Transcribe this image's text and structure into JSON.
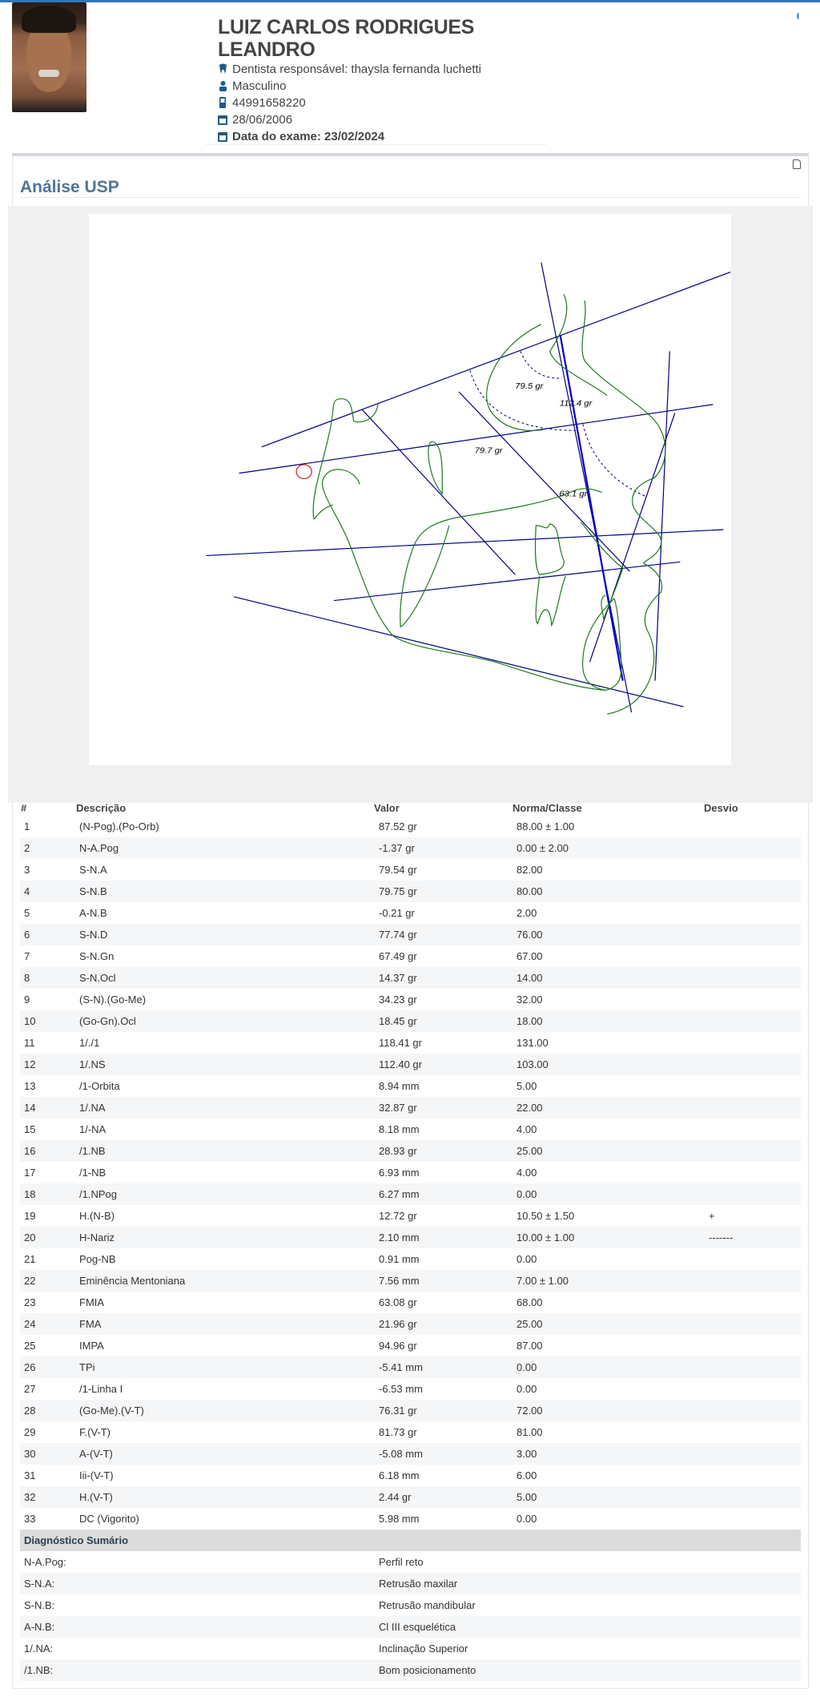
{
  "patient": {
    "name_line1": "LUIZ CARLOS RODRIGUES",
    "name_line2": "LEANDRO",
    "dentist": "Dentista responsável: thaysla fernanda luchetti",
    "sex": "Masculino",
    "phone": "44991658220",
    "birth_date": "28/06/2006",
    "exam_date": "Data do exame: 23/02/2024"
  },
  "section": {
    "title": "Análise USP"
  },
  "tracing": {
    "angle_labels": [
      "79.5 gr",
      "112.4 gr",
      "79.7 gr",
      "63.1 gr"
    ],
    "colors": {
      "lines": "#00007f",
      "anatomy": "#1e7a1e",
      "marker": "#cc2222"
    }
  },
  "table": {
    "headers": [
      "#",
      "Descrição",
      "Valor",
      "Norma/Classe",
      "Desvio"
    ],
    "rows": [
      [
        "1",
        "(N-Pog).(Po-Orb)",
        "87.52 gr",
        "88.00 ± 1.00",
        ""
      ],
      [
        "2",
        "N-A.Pog",
        "-1.37 gr",
        "0.00 ± 2.00",
        ""
      ],
      [
        "3",
        "S-N.A",
        "79.54 gr",
        "82.00",
        ""
      ],
      [
        "4",
        "S-N.B",
        "79.75 gr",
        "80.00",
        ""
      ],
      [
        "5",
        "A-N.B",
        "-0.21 gr",
        "2.00",
        ""
      ],
      [
        "6",
        "S-N.D",
        "77.74 gr",
        "76.00",
        ""
      ],
      [
        "7",
        "S-N.Gn",
        "67.49 gr",
        "67.00",
        ""
      ],
      [
        "8",
        "S-N.Ocl",
        "14.37 gr",
        "14.00",
        ""
      ],
      [
        "9",
        "(S-N).(Go-Me)",
        "34.23 gr",
        "32.00",
        ""
      ],
      [
        "10",
        "(Go-Gn).Ocl",
        "18.45 gr",
        "18.00",
        ""
      ],
      [
        "11",
        "1/./1",
        "118.41 gr",
        "131.00",
        ""
      ],
      [
        "12",
        "1/.NS",
        "112.40 gr",
        "103.00",
        ""
      ],
      [
        "13",
        "/1-Orbita",
        "8.94 mm",
        "5.00",
        ""
      ],
      [
        "14",
        "1/.NA",
        "32.87 gr",
        "22.00",
        ""
      ],
      [
        "15",
        "1/-NA",
        "8.18 mm",
        "4.00",
        ""
      ],
      [
        "16",
        "/1.NB",
        "28.93 gr",
        "25.00",
        ""
      ],
      [
        "17",
        "/1-NB",
        "6.93 mm",
        "4.00",
        ""
      ],
      [
        "18",
        "/1.NPog",
        "6.27 mm",
        "0.00",
        ""
      ],
      [
        "19",
        "H.(N-B)",
        "12.72 gr",
        "10.50 ± 1.50",
        "+"
      ],
      [
        "20",
        "H-Nariz",
        "2.10 mm",
        "10.00 ± 1.00",
        "-------"
      ],
      [
        "21",
        "Pog-NB",
        "0.91 mm",
        "0.00",
        ""
      ],
      [
        "22",
        "Eminência Mentoniana",
        "7.56 mm",
        "7.00 ± 1.00",
        ""
      ],
      [
        "23",
        "FMIA",
        "63.08 gr",
        "68.00",
        ""
      ],
      [
        "24",
        "FMA",
        "21.96 gr",
        "25.00",
        ""
      ],
      [
        "25",
        "IMPA",
        "94.96 gr",
        "87.00",
        ""
      ],
      [
        "26",
        "TPi",
        "-5.41 mm",
        "0.00",
        ""
      ],
      [
        "27",
        "/1-Linha I",
        "-6.53 mm",
        "0.00",
        ""
      ],
      [
        "28",
        "(Go-Me).(V-T)",
        "76.31 gr",
        "72.00",
        ""
      ],
      [
        "29",
        "F.(V-T)",
        "81.73 gr",
        "81.00",
        ""
      ],
      [
        "30",
        "A-(V-T)",
        "-5.08 mm",
        "3.00",
        ""
      ],
      [
        "31",
        "Iii-(V-T)",
        "6.18 mm",
        "6.00",
        ""
      ],
      [
        "32",
        "H.(V-T)",
        "2.44 gr",
        "5.00",
        ""
      ],
      [
        "33",
        "DC (Vigorito)",
        "5.98 mm",
        "0.00",
        ""
      ]
    ]
  },
  "summary": {
    "title": "Diagnóstico Sumário",
    "rows": [
      [
        "N-A.Pog:",
        "Perfil reto"
      ],
      [
        "S-N.A:",
        "Retrusão maxilar"
      ],
      [
        "S-N.B:",
        "Retrusão mandibular"
      ],
      [
        "A-N.B:",
        "Cl III esquelética"
      ],
      [
        "1/.NA:",
        "Inclinação Superior"
      ],
      [
        "/1.NB:",
        "Bom posicionamento"
      ]
    ]
  }
}
